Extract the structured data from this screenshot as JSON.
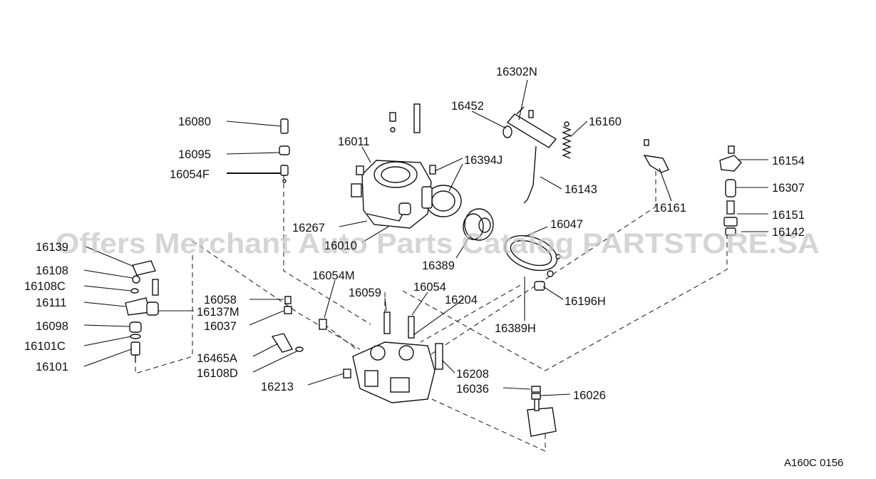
{
  "watermark": "Offers Merchant Auto Parts Catalog PARTSTORE.SA",
  "diagram_code": "A160C 0156",
  "callouts": [
    {
      "id": "c1",
      "text": "16302N"
    },
    {
      "id": "c2",
      "text": "16452"
    },
    {
      "id": "c3",
      "text": "16160"
    },
    {
      "id": "c4",
      "text": "16080"
    },
    {
      "id": "c5",
      "text": "16011"
    },
    {
      "id": "c6",
      "text": "16394J"
    },
    {
      "id": "c7",
      "text": "16095"
    },
    {
      "id": "c8",
      "text": "16054F"
    },
    {
      "id": "c9",
      "text": "16154"
    },
    {
      "id": "c10",
      "text": "16143"
    },
    {
      "id": "c11",
      "text": "16307"
    },
    {
      "id": "c12",
      "text": "16161"
    },
    {
      "id": "c13",
      "text": "16151"
    },
    {
      "id": "c14",
      "text": "16047"
    },
    {
      "id": "c15",
      "text": "16267"
    },
    {
      "id": "c16",
      "text": "16142"
    },
    {
      "id": "c17",
      "text": "16010"
    },
    {
      "id": "c18",
      "text": "16139"
    },
    {
      "id": "c19",
      "text": "16389"
    },
    {
      "id": "c20",
      "text": "16108"
    },
    {
      "id": "c21",
      "text": "16054M"
    },
    {
      "id": "c22",
      "text": "16108C"
    },
    {
      "id": "c23",
      "text": "16054"
    },
    {
      "id": "c24",
      "text": "16059"
    },
    {
      "id": "c25",
      "text": "16111"
    },
    {
      "id": "c26",
      "text": "16058"
    },
    {
      "id": "c27",
      "text": "16204"
    },
    {
      "id": "c28",
      "text": "16196H"
    },
    {
      "id": "c29",
      "text": "16137M"
    },
    {
      "id": "c30",
      "text": "16098"
    },
    {
      "id": "c31",
      "text": "16037"
    },
    {
      "id": "c32",
      "text": "16389H"
    },
    {
      "id": "c33",
      "text": "16101C"
    },
    {
      "id": "c34",
      "text": "16465A"
    },
    {
      "id": "c35",
      "text": "16101"
    },
    {
      "id": "c36",
      "text": "16108D"
    },
    {
      "id": "c37",
      "text": "16208"
    },
    {
      "id": "c38",
      "text": "16213"
    },
    {
      "id": "c39",
      "text": "16036"
    },
    {
      "id": "c40",
      "text": "16026"
    }
  ]
}
